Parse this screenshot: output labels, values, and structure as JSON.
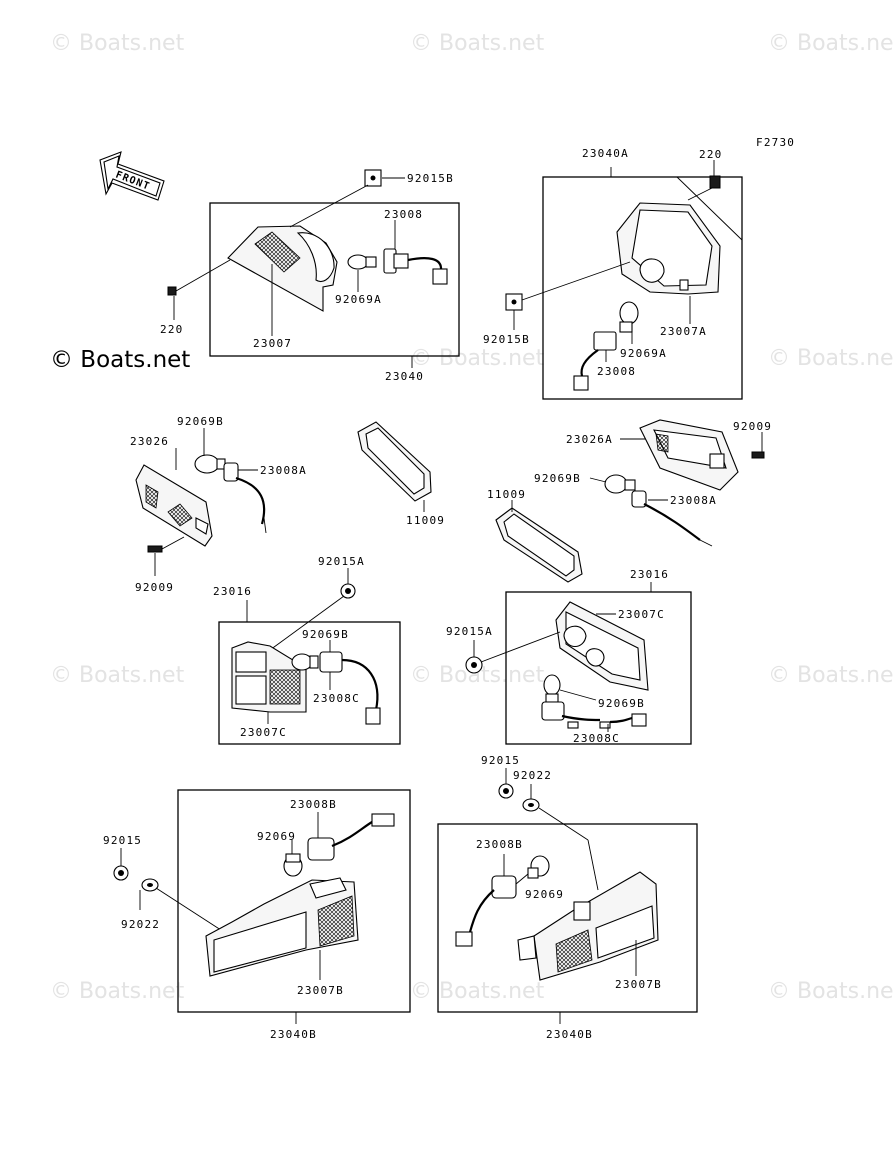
{
  "watermarks": [
    "© Boats.net",
    "© Boats.net",
    "© Boats.net",
    "© Boats.net",
    "© Boats.net",
    "© Boats.net",
    "© Boats.net",
    "© Boats.net",
    "© Boats.net",
    "© Boats.net",
    "© Boats.net",
    "© Boats.net"
  ],
  "brand": "© Boats.net",
  "figure_code": "F2730",
  "front_arrow": "FRONT",
  "labels": {
    "l_92015B_a": "92015B",
    "l_23008": "23008",
    "l_92069A_a": "92069A",
    "l_220_a": "220",
    "l_23007": "23007",
    "l_23040": "23040",
    "l_23040A": "23040A",
    "l_220_b": "220",
    "l_92015B_b": "92015B",
    "l_23007A": "23007A",
    "l_92069A_b": "92069A",
    "l_23008_b": "23008",
    "l_92069B_a": "92069B",
    "l_23026": "23026",
    "l_23008A_a": "23008A",
    "l_92009_a": "92009",
    "l_11009_a": "11009",
    "l_23026A": "23026A",
    "l_92009_b": "92009",
    "l_92069B_b": "92069B",
    "l_23008A_b": "23008A",
    "l_11009_b": "11009",
    "l_92015A_a": "92015A",
    "l_23016_a": "23016",
    "l_92069B_c": "92069B",
    "l_23008C_a": "23008C",
    "l_23007C_a": "23007C",
    "l_23016_b": "23016",
    "l_23007C_b": "23007C",
    "l_92015A_b": "92015A",
    "l_92069B_d": "92069B",
    "l_23008C_b": "23008C",
    "l_92015_a": "92015",
    "l_92022_a": "92022",
    "l_23008B_a": "23008B",
    "l_92069_a": "92069",
    "l_92015_b": "92015",
    "l_92022_b": "92022",
    "l_23007B_a": "23007B",
    "l_23040B_a": "23040B",
    "l_23008B_b": "23008B",
    "l_92069_b": "92069",
    "l_23007B_b": "23007B",
    "l_23040B_b": "23040B"
  }
}
